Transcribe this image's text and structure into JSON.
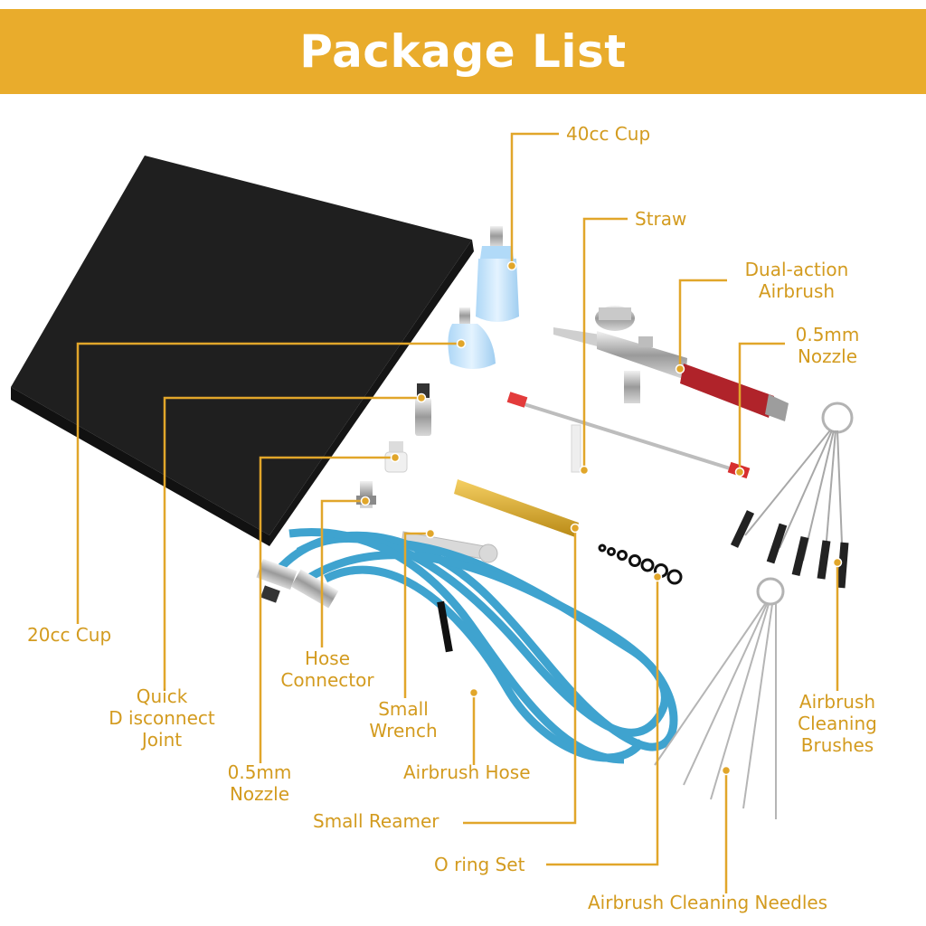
{
  "header": {
    "title": "Package List"
  },
  "colors": {
    "accent": "#e9ac2c",
    "label_text": "#d39b1f",
    "leader": "#e1a62a",
    "hose": "#3fa3cf",
    "box": "#232323"
  },
  "labels": {
    "cup40": "40cc Cup",
    "straw": "Straw",
    "dual_action": {
      "line1": "Dual-action",
      "line2": "Airbrush"
    },
    "nozzle_right": {
      "line1": "0.5mm",
      "line2": "Nozzle"
    },
    "cup20": "20cc Cup",
    "hose_connector": {
      "line1": "Hose",
      "line2": "Connector"
    },
    "quick_disconnect": {
      "line1": "Quick",
      "line2": "D isconnect",
      "line3": "Joint"
    },
    "small_wrench": {
      "line1": "Small",
      "line2": "Wrench"
    },
    "nozzle_left": {
      "line1": "0.5mm",
      "line2": "Nozzle"
    },
    "airbrush_hose": "Airbrush Hose",
    "small_reamer": "Small Reamer",
    "o_ring_set": "O ring Set",
    "cleaning_brushes": {
      "line1": "Airbrush",
      "line2": "Cleaning",
      "line3": "Brushes"
    },
    "cleaning_needles": "Airbrush Cleaning Needles"
  }
}
